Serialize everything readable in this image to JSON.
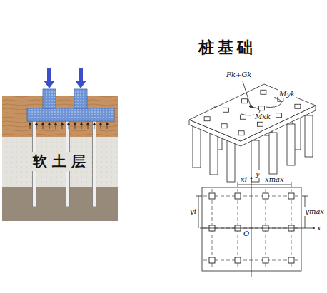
{
  "diagram": {
    "title": "桩基础",
    "nodes": [
      {
        "text": [
          "软 土 层"
        ]
      }
    ],
    "labels": [
      "Fk+Gk",
      "Myk",
      "Mxk",
      "xi",
      "xmax",
      "yi",
      "ymax",
      "y",
      "x",
      "O"
    ]
  }
}
